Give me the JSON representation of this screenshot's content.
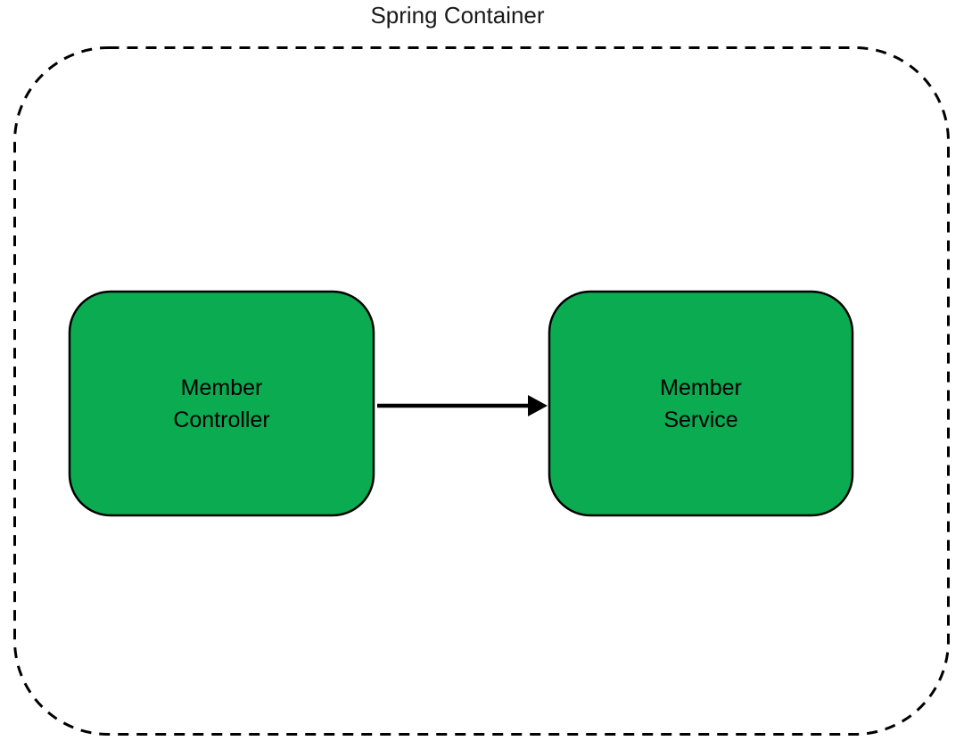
{
  "diagram": {
    "title": "Spring Container",
    "background": "#ffffff",
    "container": {
      "name": "spring-container",
      "border_style": "dashed",
      "border_color": "#000000"
    },
    "nodes": [
      {
        "id": "member-controller",
        "label": "Member\nController",
        "fill": "#0bab52",
        "border_color": "#000000"
      },
      {
        "id": "member-service",
        "label": "Member\nService",
        "fill": "#0bab52",
        "border_color": "#000000"
      }
    ],
    "edges": [
      {
        "from": "member-controller",
        "to": "member-service",
        "direction": "right",
        "color": "#000000",
        "style": "solid-arrow"
      }
    ]
  },
  "colors": {
    "stroke": "#000000",
    "node_fill": "#0bab52",
    "background": "#ffffff"
  }
}
